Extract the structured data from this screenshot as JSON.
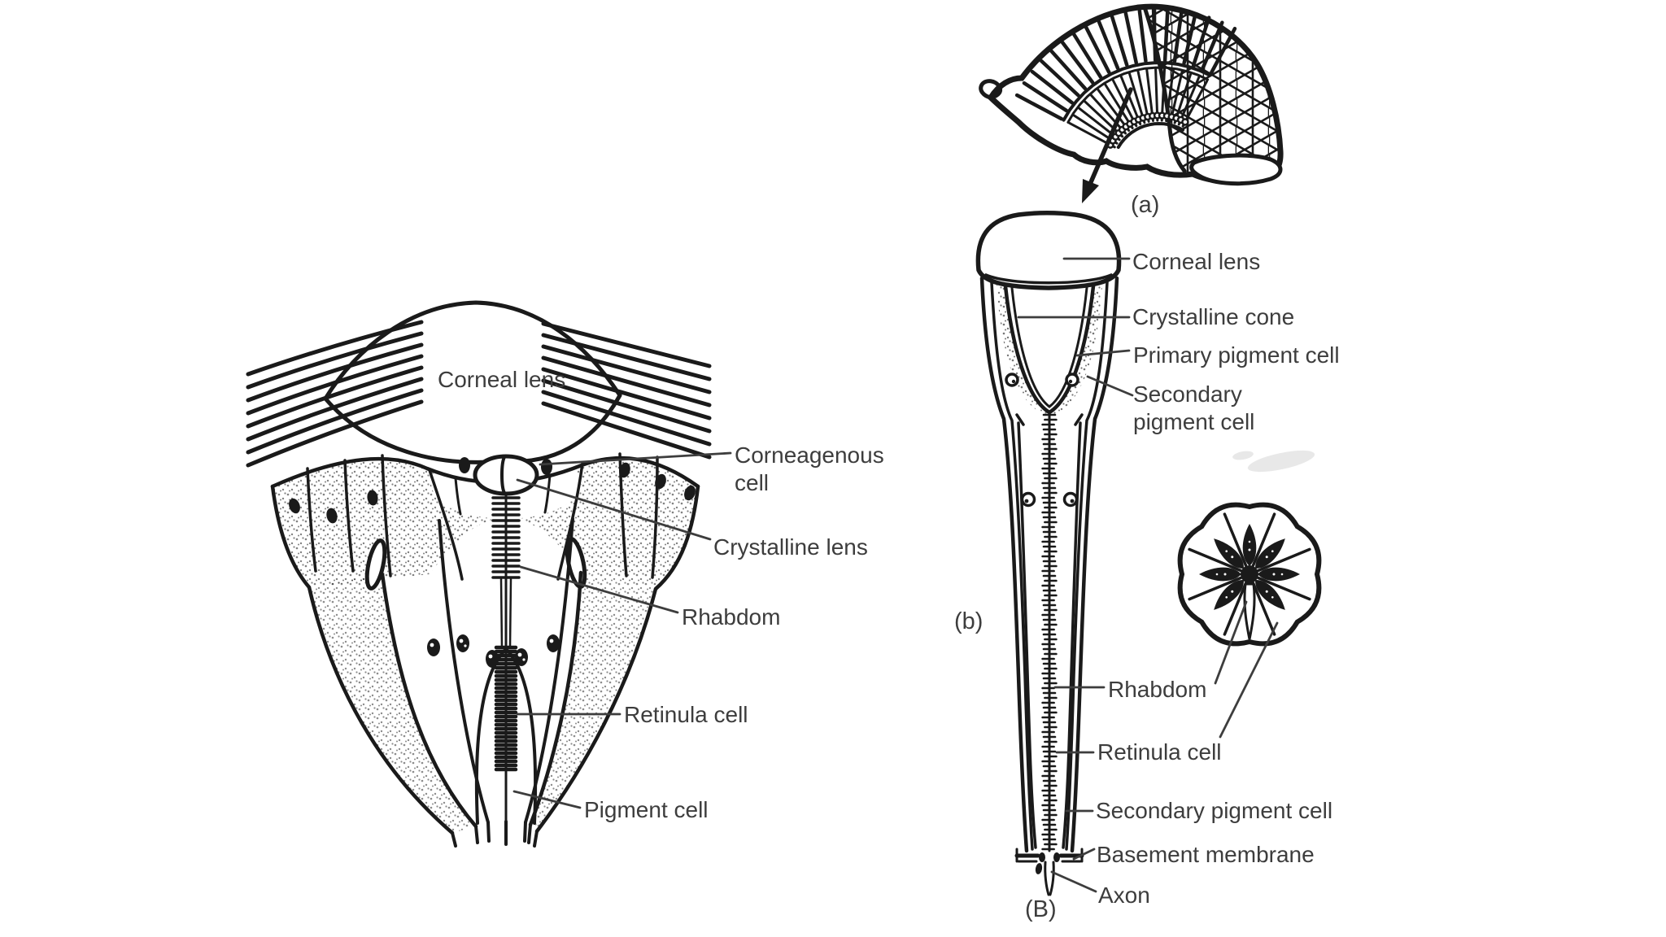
{
  "palette": {
    "background": "#ffffff",
    "ink": "#1a1a1a",
    "label": "#3d3d3d",
    "leader": "#3d3d3d",
    "smudge": "#d6d6d6"
  },
  "left_figure": {
    "corneal_lens_text": "Corneal lens",
    "labels": {
      "corneagenous_cell": "Corneagenous cell",
      "crystalline_lens": "Crystalline lens",
      "rhabdom": "Rhabdom",
      "retinula_cell": "Retinula cell",
      "pigment_cell": "Pigment cell"
    }
  },
  "right_figure": {
    "markers": {
      "a": "(a)",
      "b": "(b)",
      "B": "(B)"
    },
    "labels": {
      "corneal_lens": "Corneal lens",
      "crystalline_cone": "Crystalline cone",
      "primary_pigment_cell": "Primary pigment cell",
      "secondary_pigment_cell_upper": "Secondary pigment cell",
      "rhabdom": "Rhabdom",
      "retinula_cell": "Retinula cell",
      "secondary_pigment_cell_lower": "Secondary pigment cell",
      "basement_membrane": "Basement membrane",
      "axon": "Axon"
    }
  }
}
